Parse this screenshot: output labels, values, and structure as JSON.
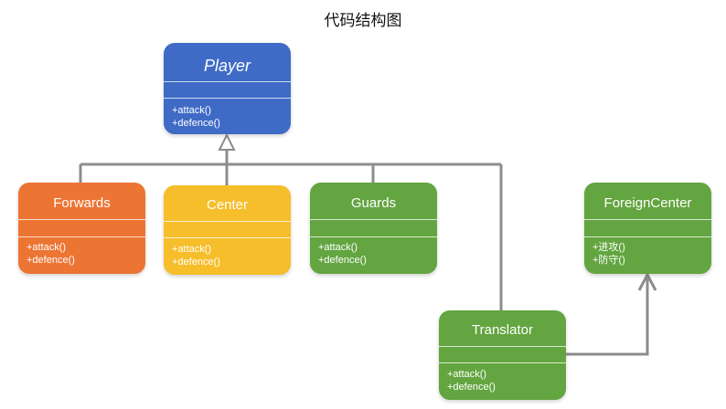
{
  "title": "代码结构图",
  "colors": {
    "blue": "#3F6BC6",
    "orange": "#EC7534",
    "yellow": "#F6BE2B",
    "green": "#63A540",
    "line": "#8C8C8C"
  },
  "nodes": {
    "player": {
      "name": "Player",
      "methods": [
        "+attack()",
        "+defence()"
      ],
      "abstract": true
    },
    "forwards": {
      "name": "Forwards",
      "methods": [
        "+attack()",
        "+defence()"
      ]
    },
    "center": {
      "name": "Center",
      "methods": [
        "+attack()",
        "+defence()"
      ]
    },
    "guards": {
      "name": "Guards",
      "methods": [
        "+attack()",
        "+defence()"
      ]
    },
    "foreign_center": {
      "name": "ForeignCenter",
      "methods": [
        "+进攻()",
        "+防守()"
      ]
    },
    "translator": {
      "name": "Translator",
      "methods": [
        "+attack()",
        "+defence()"
      ]
    }
  },
  "relations": [
    {
      "from": "Forwards",
      "to": "Player",
      "type": "inheritance"
    },
    {
      "from": "Center",
      "to": "Player",
      "type": "inheritance"
    },
    {
      "from": "Guards",
      "to": "Player",
      "type": "inheritance"
    },
    {
      "from": "Translator",
      "to": "Player",
      "type": "inheritance"
    },
    {
      "from": "Translator",
      "to": "ForeignCenter",
      "type": "association"
    }
  ]
}
